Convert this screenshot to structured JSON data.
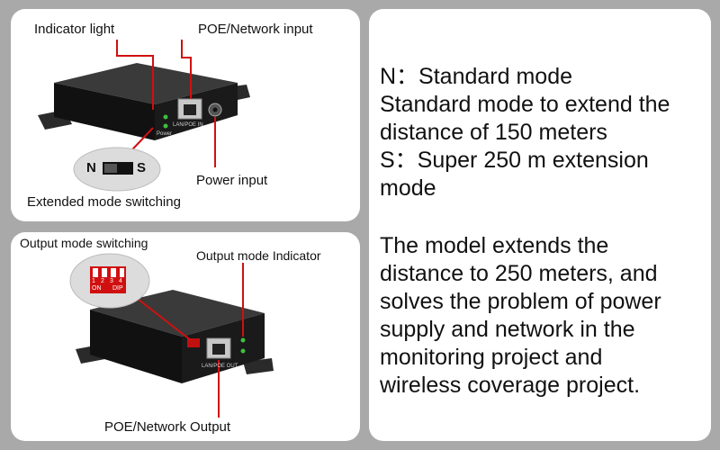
{
  "top_panel": {
    "indicator_light_label": "Indicator light",
    "poe_input_label": "POE/Network input",
    "power_input_label": "Power input",
    "extended_mode_label": "Extended mode switching",
    "switch_n": "N",
    "switch_s": "S",
    "device_power_text": "Power",
    "device_port_text": "LAN/POE IN"
  },
  "bottom_panel": {
    "output_mode_switching_label": "Output mode switching",
    "output_mode_indicator_label": "Output mode Indicator",
    "poe_output_label": "POE/Network Output",
    "dip_numbers": [
      "1",
      "2",
      "3",
      "4"
    ],
    "dip_on": "ON",
    "dip_dip": "DIP",
    "device_port_text": "LAN/POE OUT"
  },
  "description": {
    "lines": [
      "N：Standard mode",
      "Standard mode to extend the",
      "distance of 150 meters",
      "S：Super 250 m extension",
      "mode"
    ],
    "paragraph_lines": [
      "The model extends the",
      "distance to 250 meters, and",
      "solves the problem of power",
      "supply and network in the",
      "monitoring project and",
      "wireless coverage project."
    ]
  },
  "colors": {
    "background": "#a9a9a9",
    "panel": "#ffffff",
    "device": "#1a1a1a",
    "accent_red": "#d01010"
  }
}
